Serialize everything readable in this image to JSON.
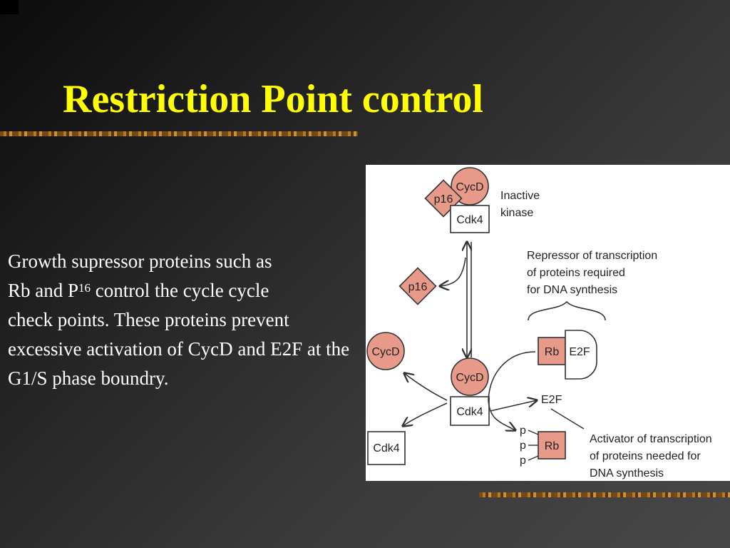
{
  "slide": {
    "title": "Restriction Point control",
    "body": {
      "line1": "Growth supressor proteins such as",
      "line2_pre": "Rb and P",
      "line2_sup": "16",
      "line2_post": " control the cycle cycle",
      "rest": "check points.  These proteins prevent excessive activation of CycD and E2F at the G1/S phase boundry."
    }
  },
  "diagram": {
    "labels": {
      "cycd": "CycD",
      "p16": "p16",
      "cdk4": "Cdk4",
      "rb": "Rb",
      "e2f": "E2F",
      "p": "p"
    },
    "annotations": {
      "inactive_kinase": [
        "Inactive",
        "kinase"
      ],
      "repressor": [
        "Repressor of transcription",
        "of proteins required",
        "for DNA synthesis"
      ],
      "activator": [
        "Activator of transcription",
        "of proteins needed for",
        "DNA synthesis"
      ]
    }
  },
  "colors": {
    "title": "#ffff00",
    "body_text": "#ffffff",
    "protein_fill": "#e89a8a",
    "accent_bar": "#b57a24"
  }
}
